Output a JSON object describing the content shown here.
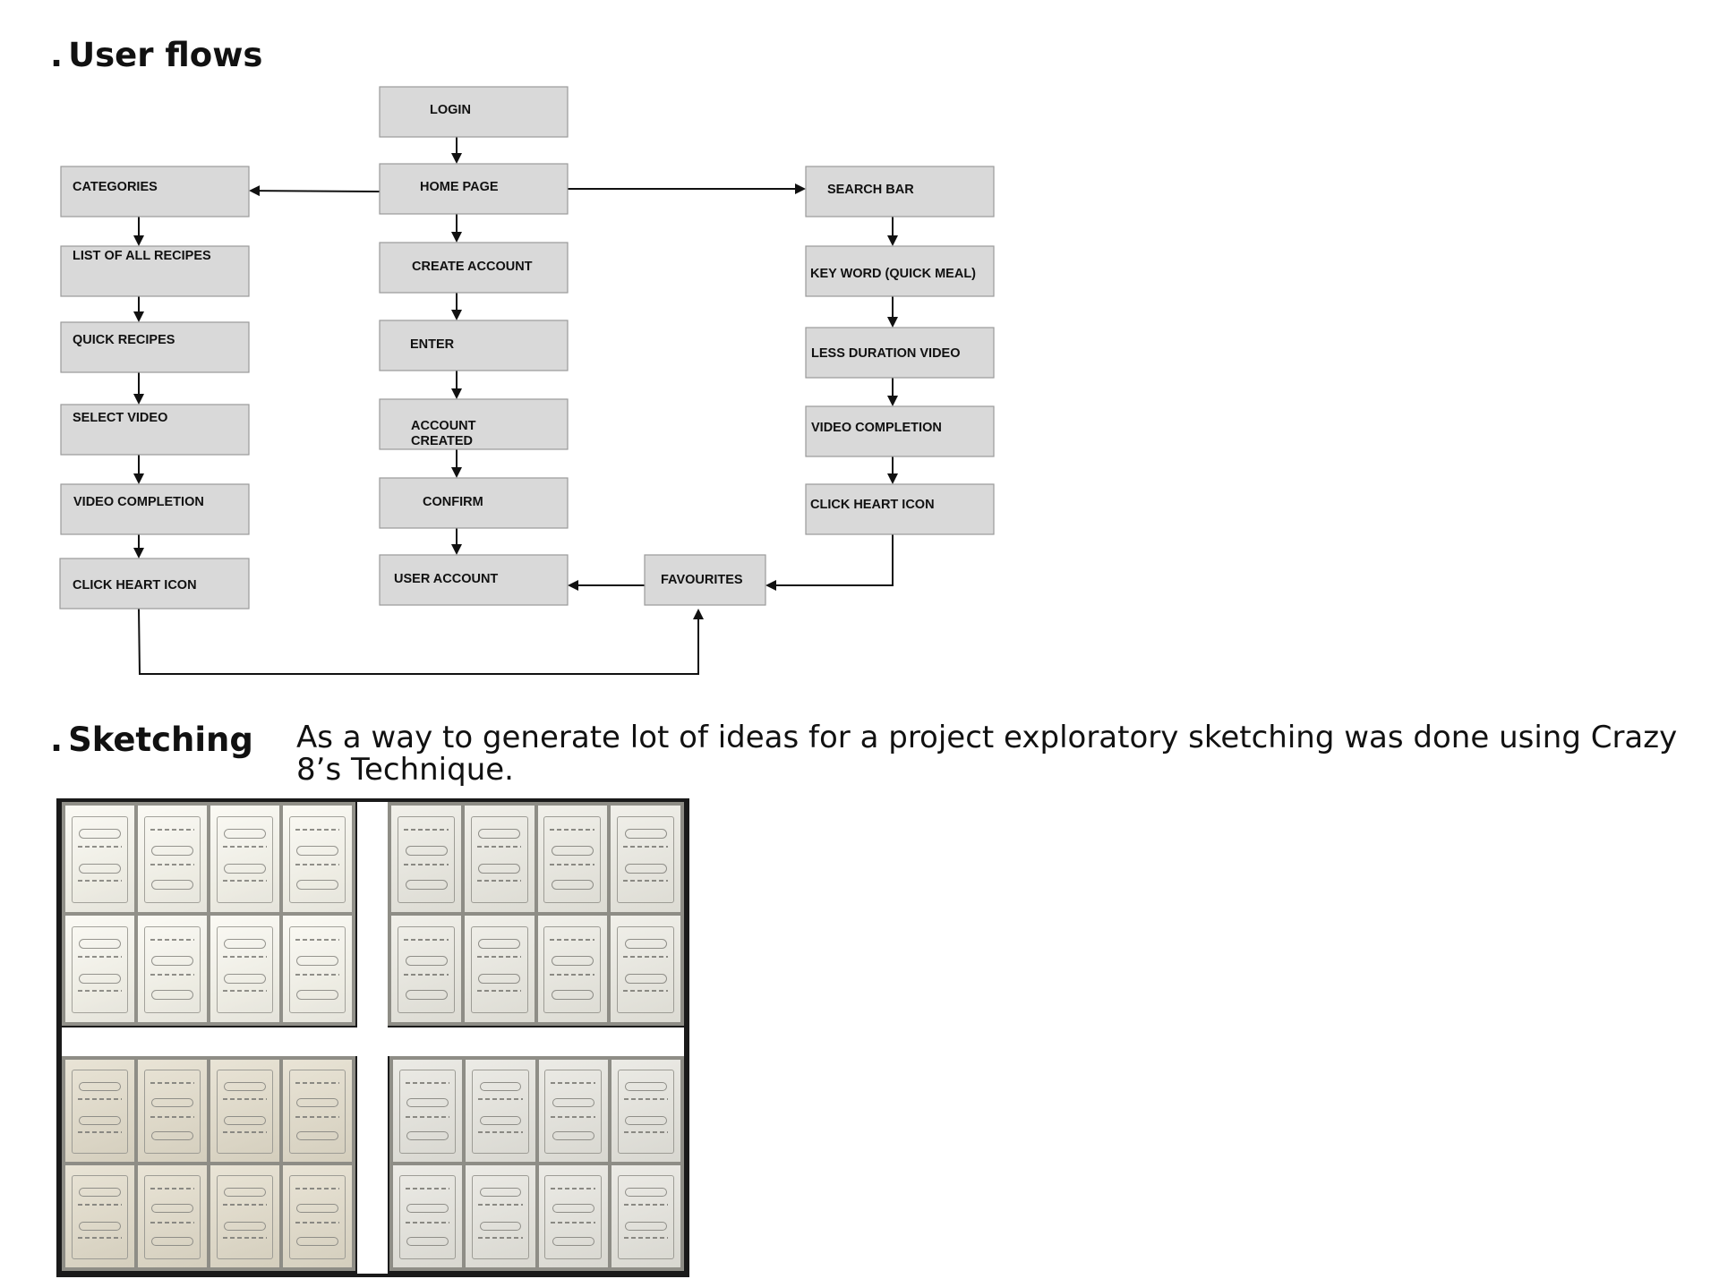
{
  "sections": {
    "user_flows": {
      "bullet": ".",
      "title": "User flows"
    },
    "sketching": {
      "bullet": ".",
      "title": "Sketching",
      "description": "As a way to generate lot of ideas for a project exploratory sketching was done using Crazy 8’s Technique."
    }
  },
  "flow": {
    "nodes": {
      "login": "LOGIN",
      "home_page": "HOME PAGE",
      "create_account": "CREATE ACCOUNT",
      "enter": "ENTER",
      "account_created": [
        "ACCOUNT",
        "CREATED"
      ],
      "confirm": "CONFIRM",
      "user_account": "USER ACCOUNT",
      "categories": "CATEGORIES",
      "list_of_all_recipes": "LIST OF ALL RECIPES",
      "quick_recipes": "QUICK RECIPES",
      "select_video": "SELECT VIDEO",
      "video_completion_left": "VIDEO COMPLETION",
      "click_heart_icon_left": "CLICK HEART ICON",
      "search_bar": "SEARCH BAR",
      "key_word": "KEY WORD (QUICK MEAL)",
      "less_duration_video": "LESS DURATION VIDEO",
      "video_completion_right": "VIDEO COMPLETION",
      "click_heart_icon_right": "CLICK HEART ICON",
      "favourites": "FAVOURITES"
    },
    "edges": [
      [
        "login",
        "home_page"
      ],
      [
        "home_page",
        "create_account"
      ],
      [
        "create_account",
        "enter"
      ],
      [
        "enter",
        "account_created"
      ],
      [
        "account_created",
        "confirm"
      ],
      [
        "confirm",
        "user_account"
      ],
      [
        "home_page",
        "categories"
      ],
      [
        "home_page",
        "search_bar"
      ],
      [
        "categories",
        "list_of_all_recipes"
      ],
      [
        "list_of_all_recipes",
        "quick_recipes"
      ],
      [
        "quick_recipes",
        "select_video"
      ],
      [
        "select_video",
        "video_completion_left"
      ],
      [
        "video_completion_left",
        "click_heart_icon_left"
      ],
      [
        "click_heart_icon_left",
        "favourites"
      ],
      [
        "search_bar",
        "key_word"
      ],
      [
        "key_word",
        "less_duration_video"
      ],
      [
        "less_duration_video",
        "video_completion_right"
      ],
      [
        "video_completion_right",
        "click_heart_icon_right"
      ],
      [
        "click_heart_icon_right",
        "favourites"
      ],
      [
        "favourites",
        "user_account"
      ]
    ]
  },
  "sketch_image": {
    "caption": "Crazy 8's sketch sheets photo"
  }
}
